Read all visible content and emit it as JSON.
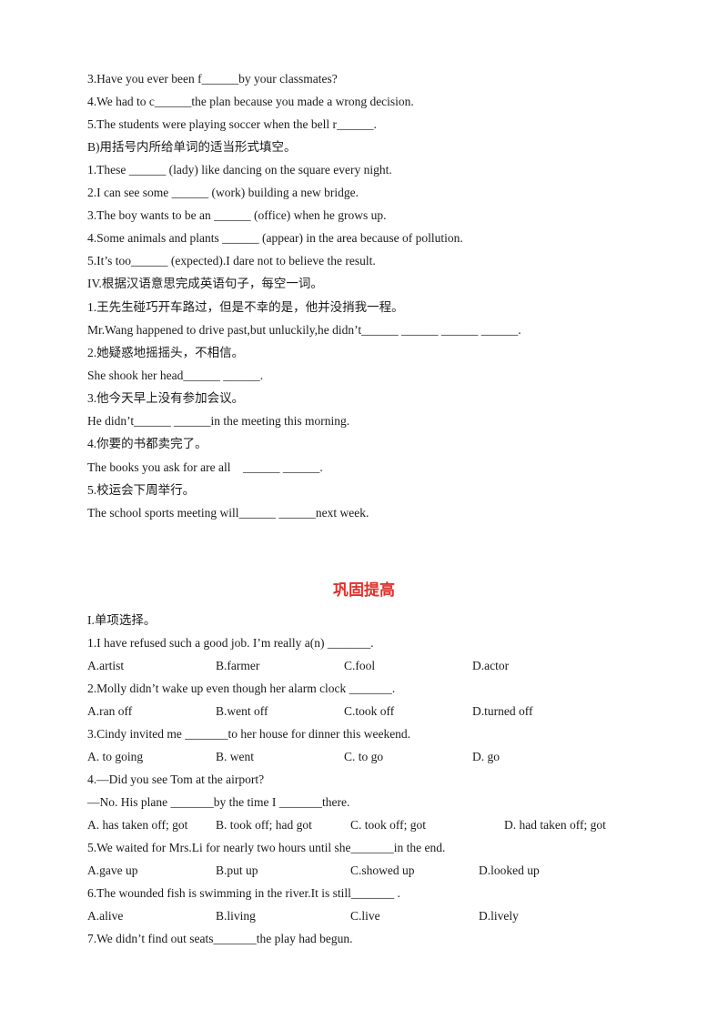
{
  "part_a_items": [
    "3.Have you ever been f______by your classmates?",
    "4.We had to c______the plan because you made a wrong decision.",
    "5.The students were playing soccer when the bell r______."
  ],
  "section_b_heading": "B)用括号内所给单词的适当形式填空。",
  "part_b_items": [
    "1.These ______ (lady) like dancing on the square every night.",
    "2.I can see some ______ (work) building a new bridge.",
    "3.The boy wants to be an ______ (office) when he grows up.",
    "4.Some animals and plants ______ (appear) in the area because of pollution.",
    "5.It’s too______ (expected).I dare not to believe the result."
  ],
  "section_iv_heading": "IV.根据汉语意思完成英语句子，每空一词。",
  "translation_items": [
    {
      "cn": "1.王先生碰巧开车路过，但是不幸的是，他并没捎我一程。",
      "en": "Mr.Wang happened to drive past,but unluckily,he didn’t______ ______ ______ ______."
    },
    {
      "cn": "2.她疑惑地摇摇头，不相信。",
      "en": "She shook her head______ ______."
    },
    {
      "cn": "3.他今天早上没有参加会议。",
      "en": "He didn’t______ ______in the meeting this morning."
    },
    {
      "cn": "4.你要的书都卖完了。",
      "en": "The books you ask for are all    ______ ______."
    },
    {
      "cn": "5.校运会下周举行。",
      "en": "The school sports meeting will______ ______next week."
    }
  ],
  "consolidation_title": "巩固提高",
  "section_i_heading": "I.单项选择。",
  "mc_questions": [
    {
      "q": [
        "1.I have refused such a good job. I’m really a(n) _______."
      ],
      "options": [
        "A.artist",
        "B.farmer",
        "C.fool",
        "D.actor"
      ]
    },
    {
      "q": [
        "2.Molly didn’t wake up even though her alarm clock _______."
      ],
      "options": [
        "A.ran off",
        "B.went off",
        "C.took off",
        "D.turned off"
      ]
    },
    {
      "q": [
        "3.Cindy invited me _______to her house for dinner this weekend."
      ],
      "options": [
        "A. to going",
        "B. went",
        "C. to go",
        "D. go"
      ]
    },
    {
      "q": [
        "4.—Did you see Tom at the airport?",
        "—No. His plane _______by the time I _______there."
      ],
      "options": [
        "A. has taken off; got",
        "B. took off; had got",
        "C. took off; got",
        "D. had taken off; got"
      ]
    },
    {
      "q": [
        "5.We waited for Mrs.Li for nearly two hours until she_______in the end."
      ],
      "options": [
        "A.gave up",
        "B.put up",
        "C.showed up",
        "D.looked up"
      ]
    },
    {
      "q": [
        "6.The wounded fish is swimming in the river.It is still_______ ."
      ],
      "options": [
        "A.alive",
        "B.living",
        "C.live",
        "D.lively"
      ]
    },
    {
      "q": [
        "7.We didn’t find out seats_______the play had begun."
      ],
      "options": []
    }
  ]
}
